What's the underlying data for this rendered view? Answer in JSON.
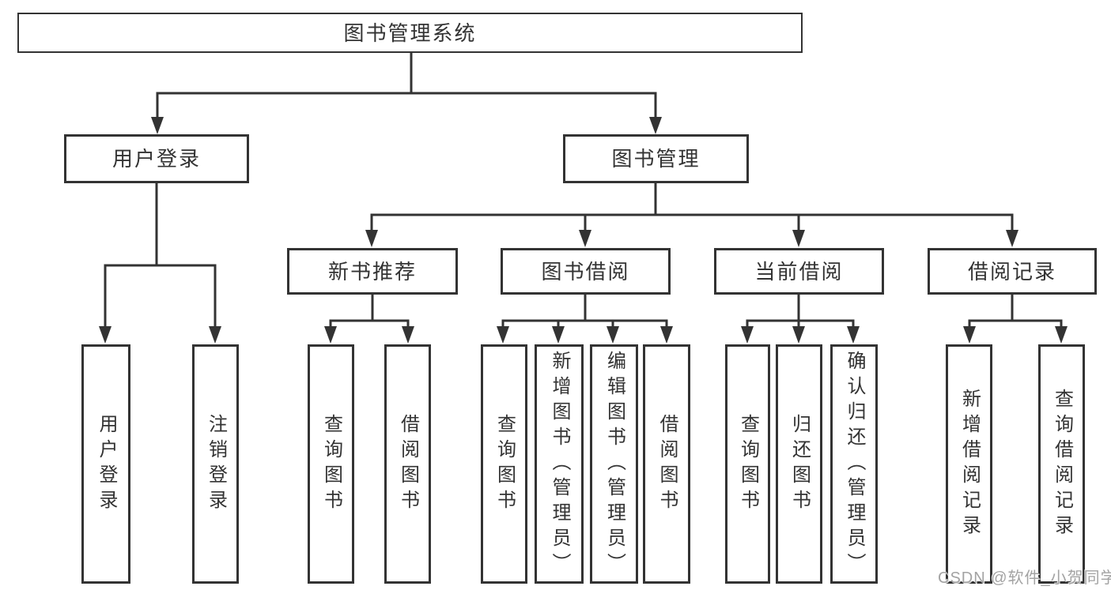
{
  "diagram": {
    "root": {
      "label": "图书管理系统"
    },
    "branches": {
      "user_login": {
        "label": "用户登录"
      },
      "book_management": {
        "label": "图书管理"
      }
    },
    "modules": {
      "new_book_recommend": {
        "label": "新书推荐"
      },
      "book_borrow": {
        "label": "图书借阅"
      },
      "current_borrow": {
        "label": "当前借阅"
      },
      "borrow_records": {
        "label": "借阅记录"
      }
    },
    "leaves": {
      "user_login": {
        "label": "用户登录"
      },
      "logout_login": {
        "label": "注销登录"
      },
      "recommend_query_books": {
        "label": "查询图书"
      },
      "recommend_borrow_books": {
        "label": "借阅图书"
      },
      "borrow_query_books": {
        "label": "查询图书"
      },
      "borrow_add_books": {
        "label": "新增图书（管理员）"
      },
      "borrow_edit_books": {
        "label": "编辑图书（管理员）"
      },
      "borrow_borrow_books": {
        "label": "借阅图书"
      },
      "current_query_books": {
        "label": "查询图书"
      },
      "current_return_books": {
        "label": "归还图书"
      },
      "current_confirm_return": {
        "label": "确认归还（管理员）"
      },
      "records_add_record": {
        "label": "新增借阅记录"
      },
      "records_query_record": {
        "label": "查询借阅记录"
      }
    }
  },
  "watermark": {
    "text": "CSDN @软件_小贺同学"
  },
  "colors": {
    "line": "#333333",
    "border": "#333333",
    "text": "#333333",
    "watermark": "#a3a3a3",
    "background": "#ffffff"
  }
}
